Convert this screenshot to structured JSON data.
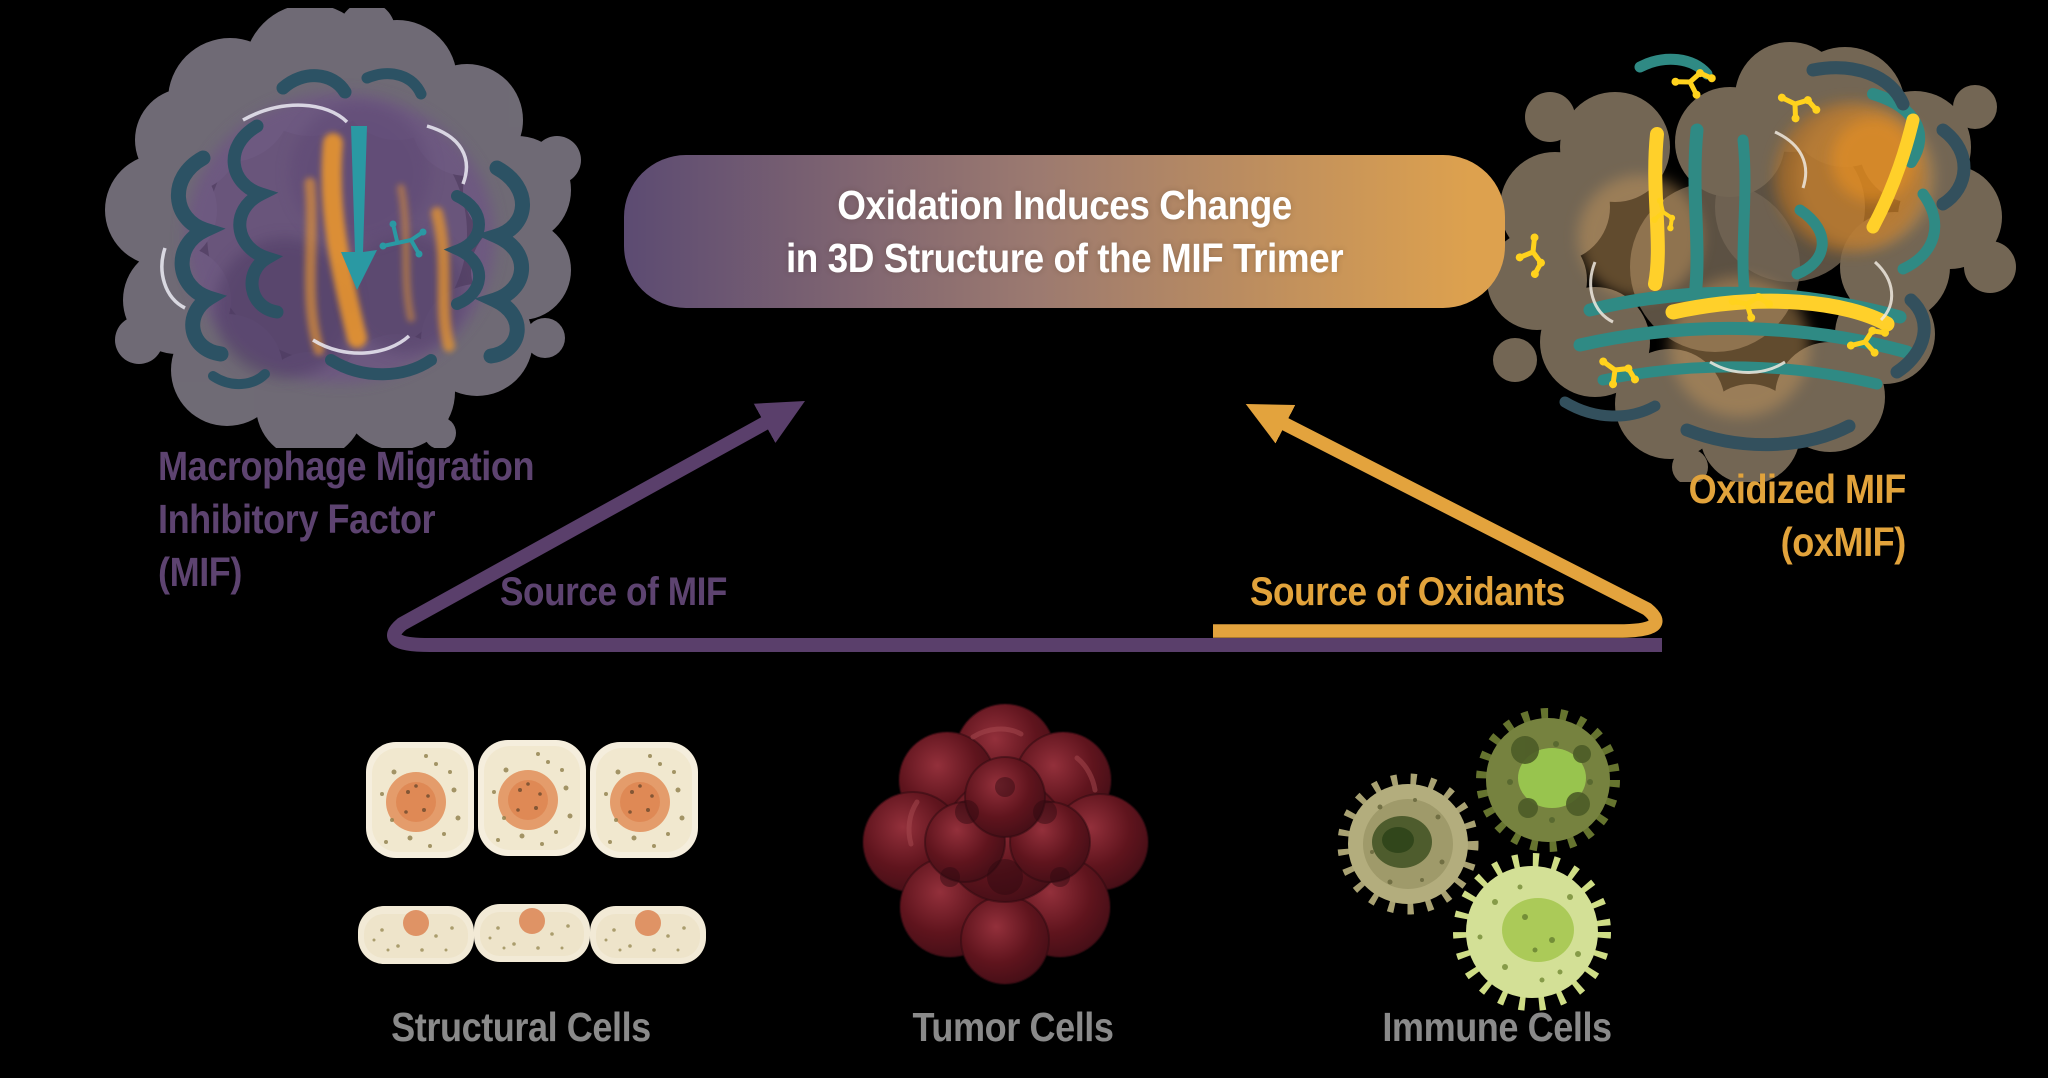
{
  "colors": {
    "background": "#000000",
    "purple": "#5D4370",
    "arrow-purple": "#5A3F6B",
    "orange": "#E2A33B",
    "arrow-orange": "#E3A33D",
    "gray": "#8A8A8A",
    "banner-left": "#5C4B72",
    "banner-mid": "#9C7A70",
    "banner-right": "#DDA14E",
    "banner-text": "#FFFFFF"
  },
  "banner": {
    "line1": "Oxidation Induces Change",
    "line2": "in 3D Structure of the MIF Trimer"
  },
  "proteins": {
    "mif": {
      "label_line1": "Macrophage Migration",
      "label_line2": "Inhibitory Factor",
      "label_line3": "(MIF)"
    },
    "oxmif": {
      "label_line1": "Oxidized MIF",
      "label_line2": "(oxMIF)"
    }
  },
  "arrows": {
    "mif_source": {
      "label": "Source of MIF"
    },
    "oxidant_source": {
      "label": "Source of Oxidants"
    }
  },
  "cells": {
    "structural": {
      "label": "Structural Cells"
    },
    "tumor": {
      "label": "Tumor Cells"
    },
    "immune": {
      "label": "Immune Cells"
    }
  }
}
